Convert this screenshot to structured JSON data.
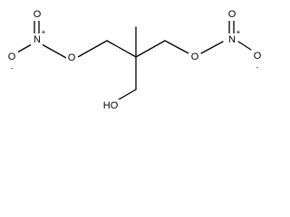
{
  "molecule": {
    "atoms": {
      "o_top_left": "O",
      "n_left": "N",
      "o_left_minus": "O",
      "o_left_link": "O",
      "o_top_right": "O",
      "n_right": "N",
      "o_right_minus": "O",
      "o_right_link": "O",
      "hydroxyl": "HO"
    },
    "charges": {
      "n_left": "+",
      "o_left_minus": "-",
      "n_right": "+",
      "o_right_minus": "-"
    }
  }
}
